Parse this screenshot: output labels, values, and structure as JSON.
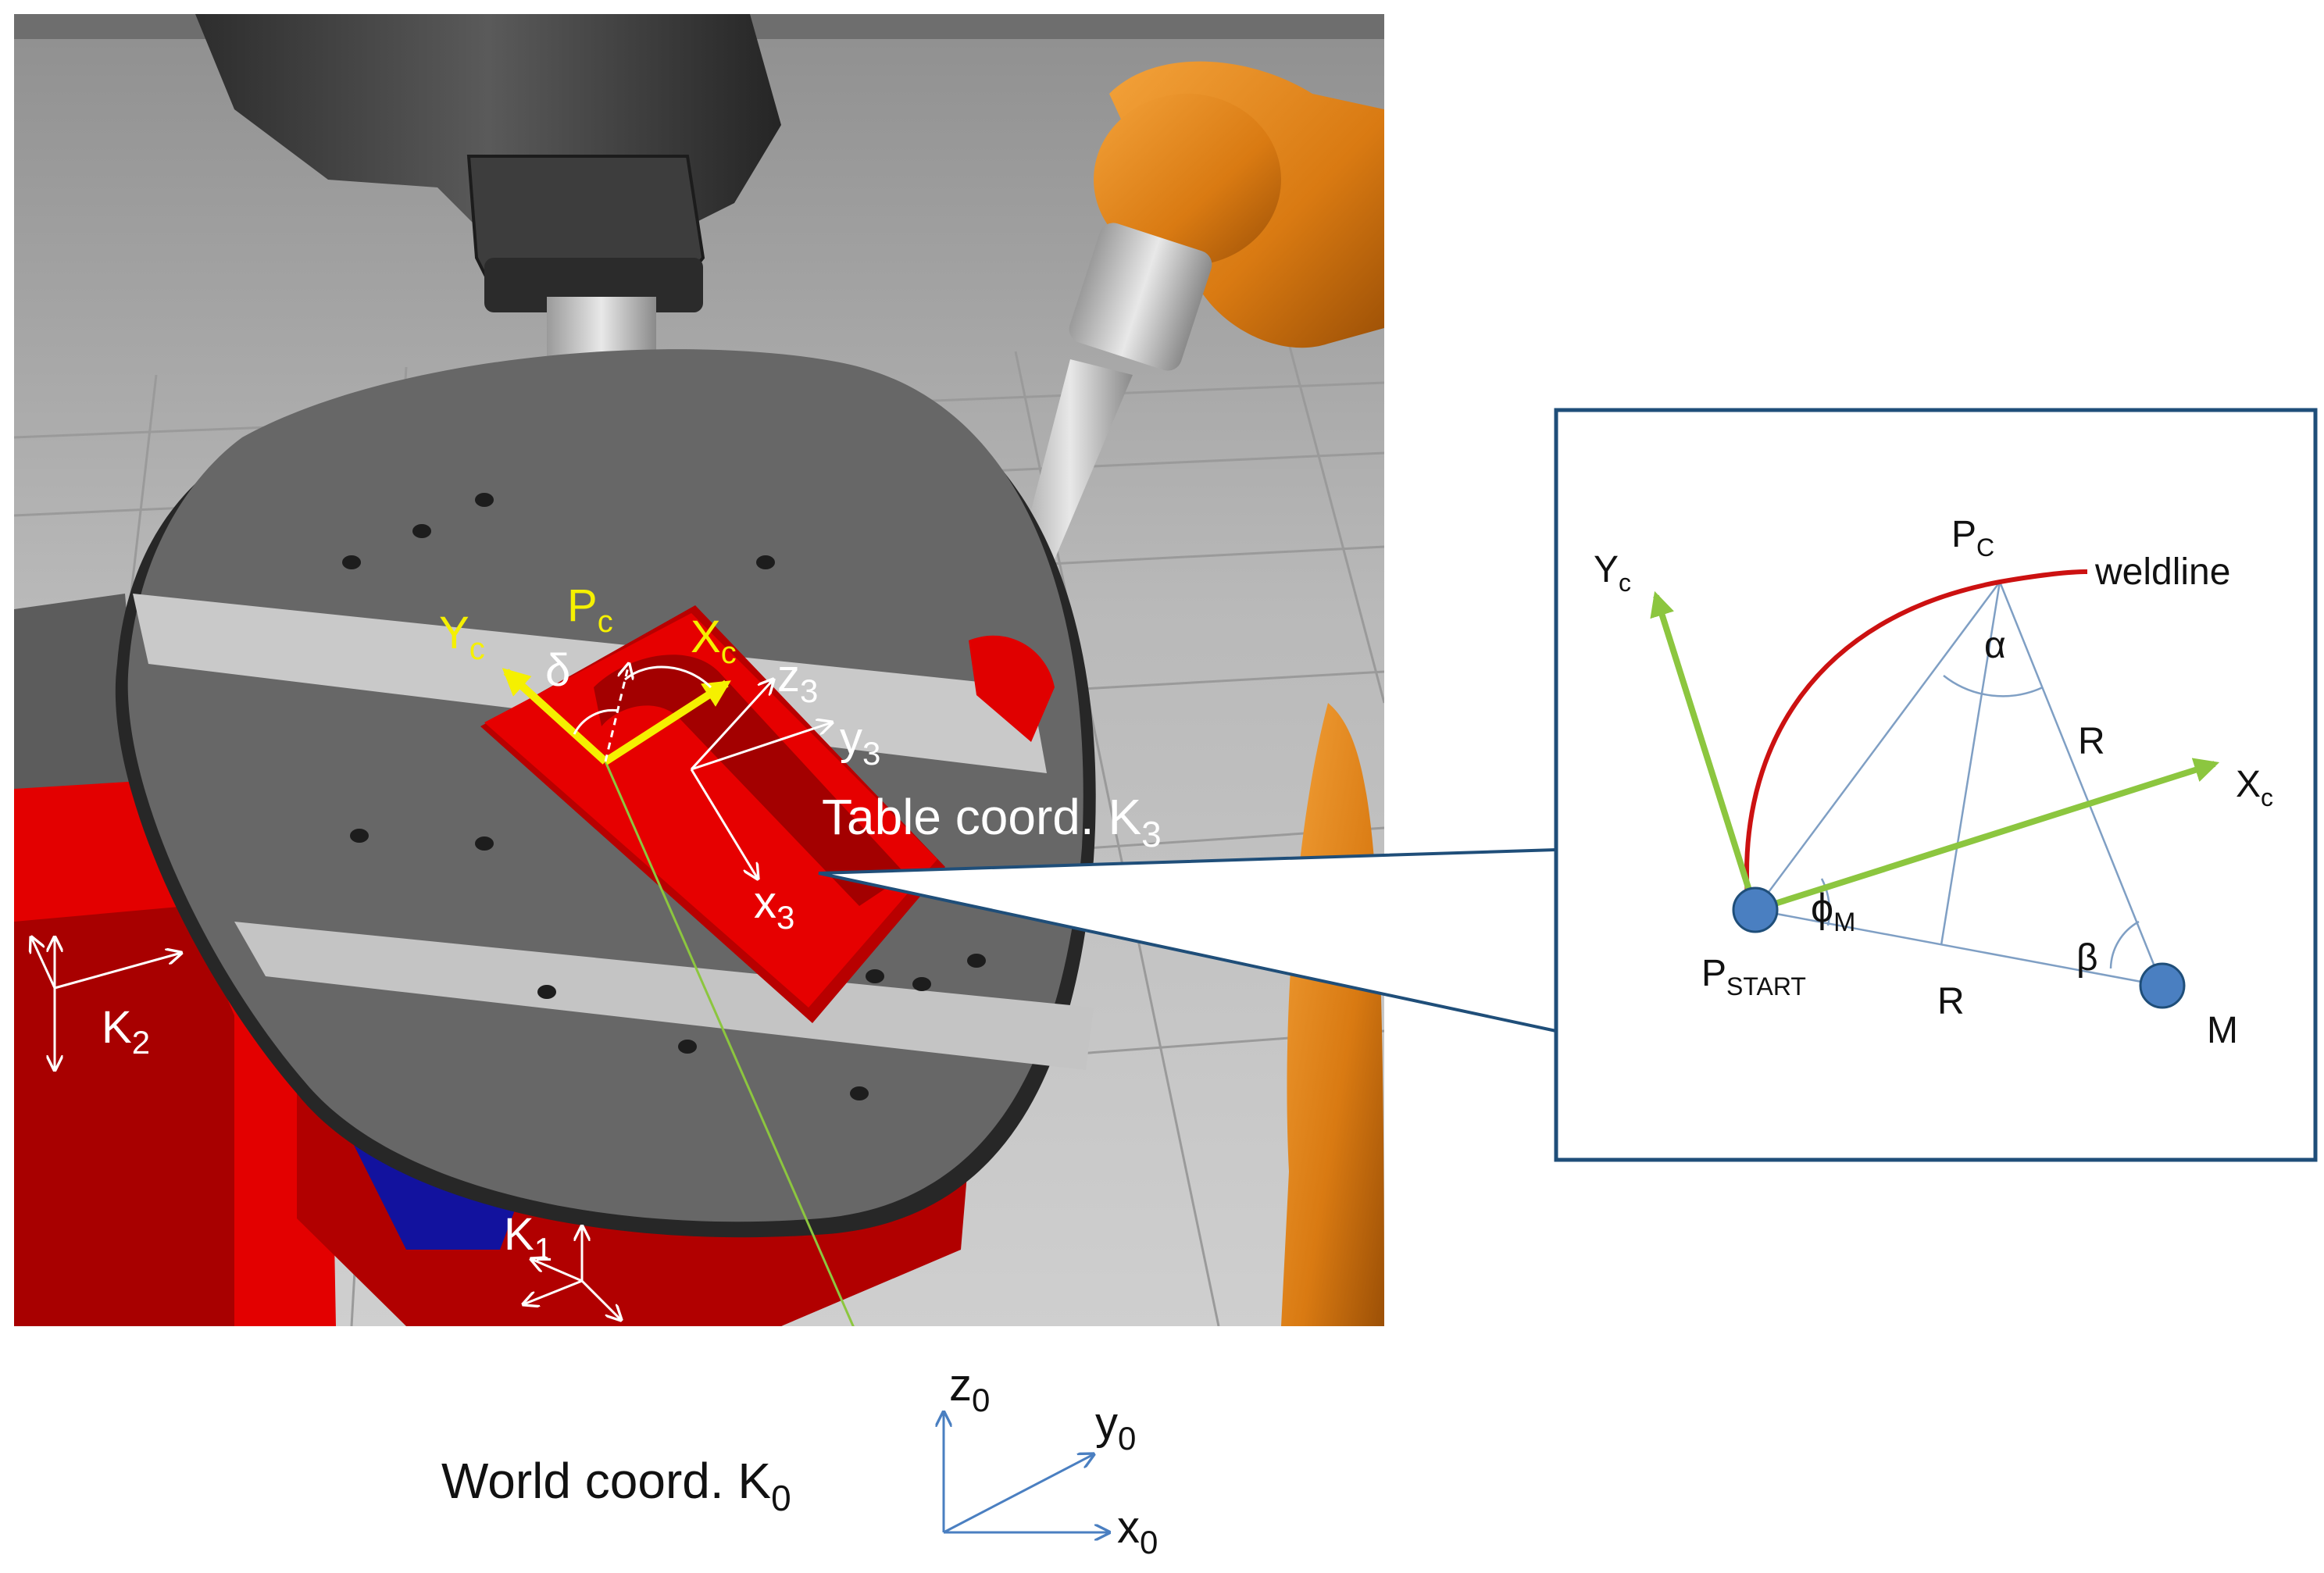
{
  "scene": {
    "yc_label": "Y",
    "yc_sub": "c",
    "pc_label": "P",
    "pc_sub": "c",
    "xc_label": "X",
    "xc_sub": "c",
    "delta_label": "δ",
    "z3_label": "z",
    "z3_sub": "3",
    "y3_label": "y",
    "y3_sub": "3",
    "x3_label": "x",
    "x3_sub": "3",
    "table_coord_label": "Table coord. K",
    "table_coord_sub": "3",
    "k2_label": "K",
    "k2_sub": "2",
    "k1_label": "K",
    "k1_sub": "1"
  },
  "world": {
    "label": "World coord. K",
    "label_sub": "0",
    "z0_label": "z",
    "z0_sub": "0",
    "y0_label": "y",
    "y0_sub": "0",
    "x0_label": "x",
    "x0_sub": "0"
  },
  "inset": {
    "pc_label": "P",
    "pc_sub": "C",
    "weldline_label": "weldline",
    "yc_label": "Y",
    "yc_sub": "c",
    "xc_label": "X",
    "xc_sub": "c",
    "alpha_label": "α",
    "r_upper_label": "R",
    "r_lower_label": "R",
    "phi_label": "ϕ",
    "phi_sub": "M",
    "beta_label": "β",
    "pstart_label": "P",
    "pstart_sub": "START",
    "m_label": "M"
  },
  "colors": {
    "frame_blue": "#1f4e79",
    "vector_green": "#8cc63f",
    "weld_red": "#cc1111",
    "point_blue": "#4a7fc1",
    "thin_blue": "#7f9fc4",
    "label_yellow": "#f5f000",
    "robot_orange": "#d97a12",
    "positioner_red": "#e30000"
  }
}
